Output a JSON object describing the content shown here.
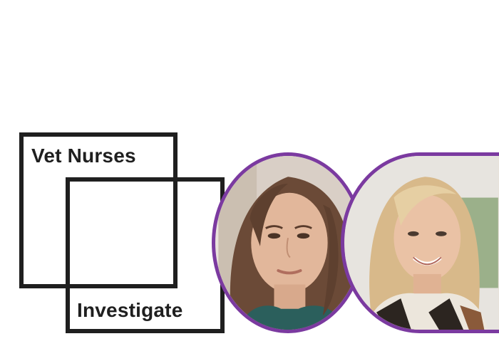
{
  "logo": {
    "line1": "Vet Nurses",
    "line2": "Investigate"
  },
  "photos": [
    {
      "name": "woman-portrait-1"
    },
    {
      "name": "woman-portrait-2"
    }
  ],
  "colors": {
    "frame": "#1f1f1f",
    "ring": "#7b3aa0",
    "background": "#ffffff"
  }
}
